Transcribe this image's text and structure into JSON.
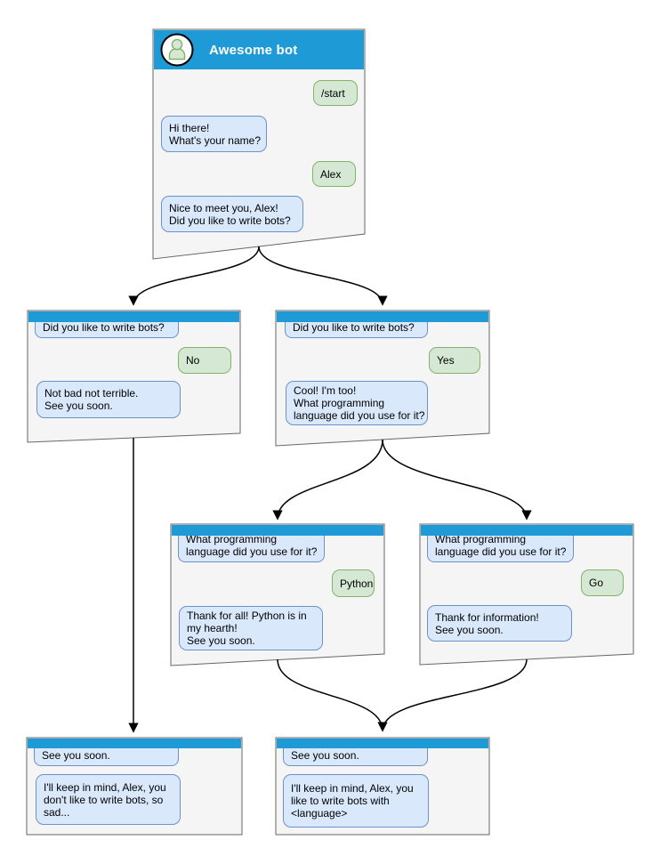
{
  "colors": {
    "header_blue": "#1E9BD7",
    "window_fill": "#F5F5F5",
    "window_stroke": "#666666",
    "bot_bubble_fill": "#DAE8FC",
    "bot_bubble_stroke": "#6E90C8",
    "user_bubble_fill": "#D5E8D4",
    "user_bubble_stroke": "#82B366",
    "arrow": "#000000"
  },
  "windows": {
    "main": {
      "title": "Awesome bot",
      "avatar_icon": "user-avatar-icon",
      "messages": [
        {
          "from": "user",
          "text": "/start"
        },
        {
          "from": "bot",
          "text": "Hi there!\nWhat's your name?"
        },
        {
          "from": "user",
          "text": "Alex"
        },
        {
          "from": "bot",
          "text": "Nice to meet you, Alex!\nDid you like to write bots?"
        }
      ]
    },
    "branch_no": {
      "messages": [
        {
          "from": "bot",
          "text": "Did you like to write bots?"
        },
        {
          "from": "user",
          "text": "No"
        },
        {
          "from": "bot",
          "text": "Not bad not terrible.\nSee you soon."
        }
      ]
    },
    "branch_yes": {
      "messages": [
        {
          "from": "bot",
          "text": "Did you like to write bots?"
        },
        {
          "from": "user",
          "text": "Yes"
        },
        {
          "from": "bot",
          "text": "Cool! I'm too!\nWhat programming\nlanguage did you use for it?"
        }
      ]
    },
    "branch_python": {
      "messages": [
        {
          "from": "bot",
          "text": "What programming\nlanguage did you use for it?"
        },
        {
          "from": "user",
          "text": "Python"
        },
        {
          "from": "bot",
          "text": "Thank for all! Python is in\nmy hearth!\nSee you soon."
        }
      ]
    },
    "branch_go": {
      "messages": [
        {
          "from": "bot",
          "text": "What programming\nlanguage did you use for it?"
        },
        {
          "from": "user",
          "text": "Go"
        },
        {
          "from": "bot",
          "text": "Thank for information!\nSee you soon."
        }
      ]
    },
    "end_no": {
      "messages": [
        {
          "from": "bot",
          "text": "See you soon."
        },
        {
          "from": "bot",
          "text": "I'll keep in mind, Alex, you\ndon't like to write bots, so\nsad..."
        }
      ]
    },
    "end_yes": {
      "messages": [
        {
          "from": "bot",
          "text": "See you soon."
        },
        {
          "from": "bot",
          "text": "I'll keep in mind, Alex, you\nlike to write bots with\n<language>"
        }
      ]
    }
  }
}
